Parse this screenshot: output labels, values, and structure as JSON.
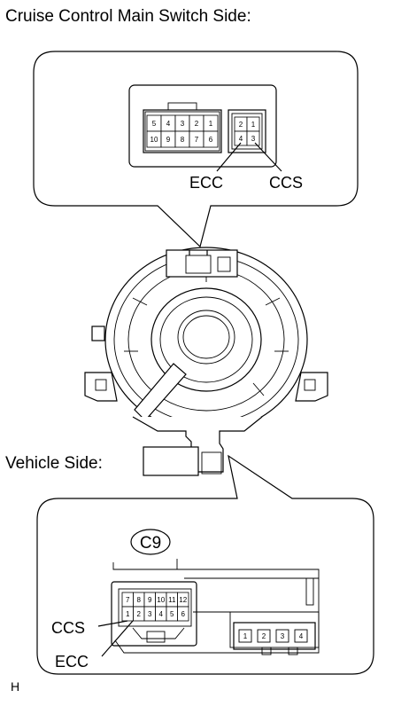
{
  "top": {
    "heading": "Cruise Control Main Switch Side:",
    "large_connector_pins": [
      "5",
      "4",
      "3",
      "2",
      "1",
      "10",
      "9",
      "8",
      "7",
      "6"
    ],
    "small_connector_pins": [
      "2",
      "1",
      "4",
      "3"
    ],
    "label_ecc": "ECC",
    "label_ccs": "CCS"
  },
  "bottom": {
    "heading": "Vehicle Side:",
    "connector_code": "C9",
    "connector_pins": [
      "7",
      "8",
      "9",
      "10",
      "11",
      "12",
      "1",
      "2",
      "3",
      "4",
      "5",
      "6"
    ],
    "secondary_pins": [
      "1",
      "2",
      "3",
      "4"
    ],
    "label_ccs": "CCS",
    "label_ecc": "ECC"
  },
  "footer": {
    "mark": "H"
  }
}
